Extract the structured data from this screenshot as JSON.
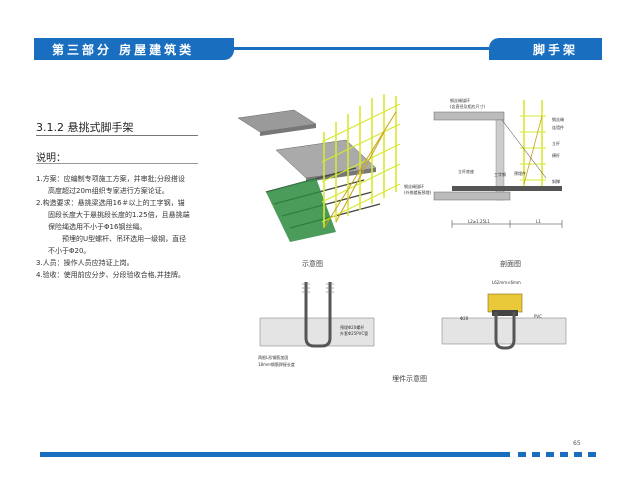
{
  "header": {
    "chapter": "第三部分  房屋建筑类",
    "topic": "脚手架"
  },
  "section": {
    "title": "3.1.2  悬挑式脚手架",
    "subtitle": "说明："
  },
  "body": {
    "l1": "1.方案：应编制专项施工方案，并审批;分段搭设",
    "l2": "高度超过20m组织专家进行方案论证。",
    "l3": "2.构造要求：悬挑梁选用16＃以上的工字钢，锚",
    "l4": "固段长度大于悬挑段长度的1.25倍，且悬挑端",
    "l5": "保险绳选用不小于Φ16钢丝绳。",
    "l6": "预埋的U型螺杆、吊环选用一级钢，直径",
    "l7": "不小于Φ20。",
    "l8": "3.人员：操作人员应持证上岗。",
    "l9": "4.验收：使用前应分步、分段验收合格,并挂牌。"
  },
  "captions": {
    "schematic": "示意图",
    "section_view": "剖面图",
    "embedded": "埋件示意图"
  },
  "labels": {
    "top_anchor": "钢丝绳锚环",
    "top_anchor_sub": "(含直径及相应尺寸)",
    "rope": "钢丝绳",
    "connector": "连墙件",
    "vertical": "立杆",
    "ledger": "横杆",
    "brace": "斜撑",
    "beam": "工字钢",
    "pole": "立杆底座",
    "anchor_pos": "预埋件",
    "low_anchor": "钢丝绳锚环",
    "low_anchor_sub": "(外挑楼板预埋)",
    "l_anchor": "L2≥1.25L1",
    "l_cant": "L1",
    "u_bolt1": "预埋Φ20螺杆",
    "u_bolt2": "外套Φ25PVC管",
    "bottom_note1": "两根L形钢筋加固",
    "bottom_note2": "18mm钢筋焊接长度",
    "plate_dim": "L62mm×6mm",
    "dia": "Φ20",
    "pvc": "PVC"
  },
  "footer": {
    "page": "65"
  },
  "colors": {
    "brand": "#1a6ec0",
    "scaffold": "#d8e832",
    "steel": "#555555"
  }
}
